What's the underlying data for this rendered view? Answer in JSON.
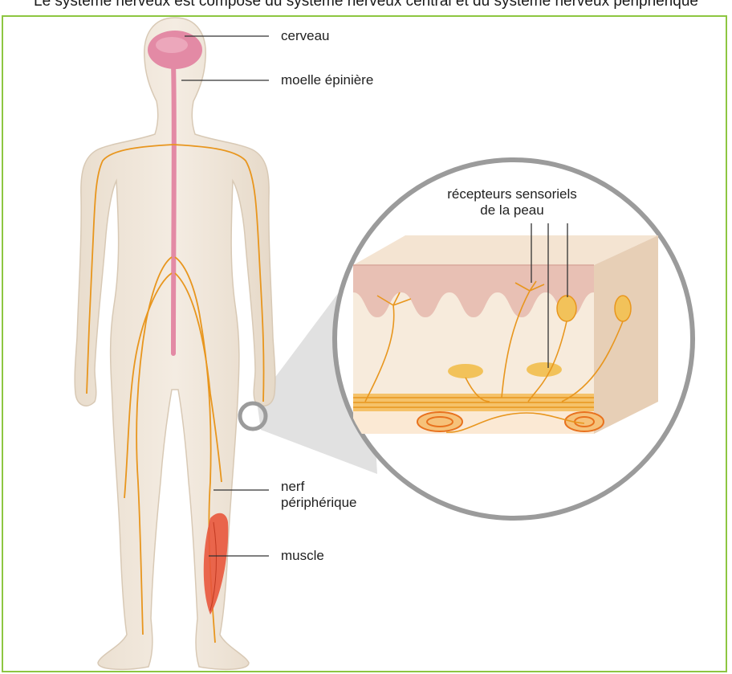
{
  "caption": "Le système nerveux est composé du système nerveux central et du système nerveux périphérique",
  "labels": {
    "brain": "cerveau",
    "spinal_cord": "moelle épinière",
    "skin_receptors_line1": "récepteurs sensoriels",
    "skin_receptors_line2": "de la peau",
    "nerve_line1": "nerf",
    "nerve_line2": "périphérique",
    "muscle": "muscle"
  },
  "colors": {
    "frame": "#8dc641",
    "body": "#f1e8dc",
    "nerve": "#e8961e",
    "brain": "#e38aa5",
    "muscle": "#e8563c",
    "magnifier": "#9b9b9b"
  }
}
